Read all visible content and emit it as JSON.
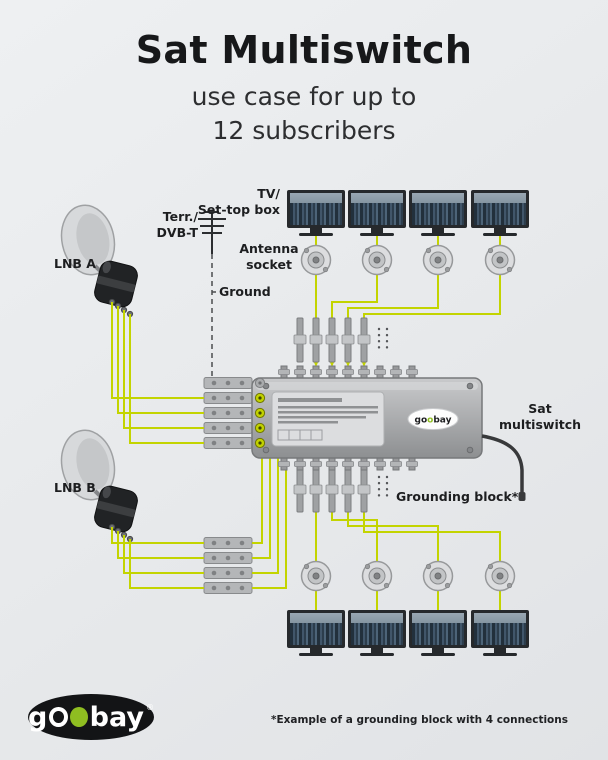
{
  "header": {
    "title": "Sat Multiswitch",
    "subtitle1": "use case for up to",
    "subtitle2": "12 subscribers"
  },
  "labels": {
    "tv1": "TV/",
    "tv2": "Set-top box",
    "terr1": "Terr./",
    "terr2": "DVB-T",
    "ant1": "Antenna",
    "ant2": "socket",
    "ground": "Ground",
    "lnb_a": "LNB A",
    "lnb_b": "LNB B",
    "sat1": "Sat",
    "sat2": "multiswitch",
    "grounding": "Grounding block*"
  },
  "brand": {
    "full": "goobay",
    "prefix": "g",
    "o1": "o",
    "o2": "o",
    "suffix": "bay",
    "reg": "®"
  },
  "footer": {
    "footnote": "*Example of a grounding block with 4 connections"
  },
  "colors": {
    "cable": "#c3d400",
    "brand_green": "#8fbe21",
    "background": "#e8eaec",
    "ink": "#1d1e20"
  }
}
